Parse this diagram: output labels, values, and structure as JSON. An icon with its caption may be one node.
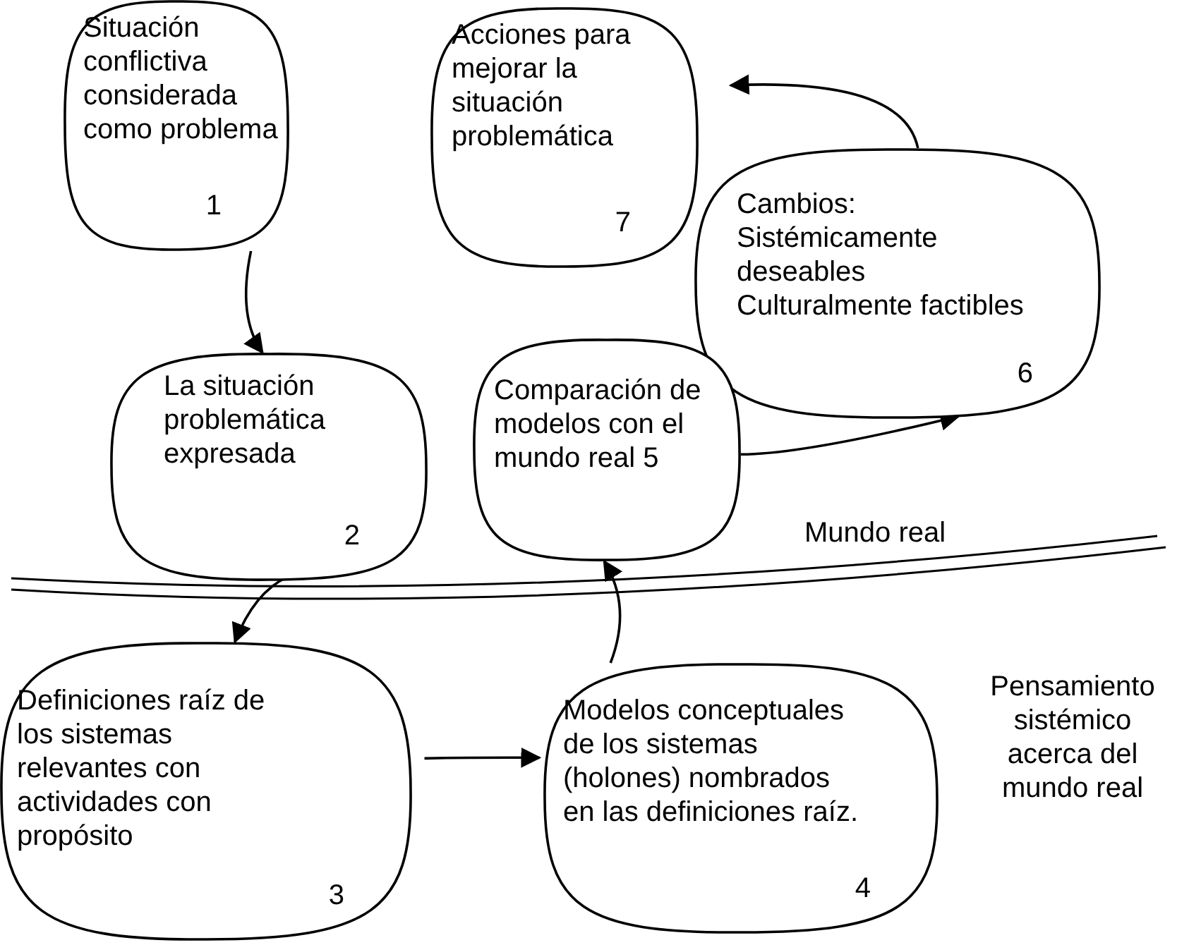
{
  "diagram": {
    "nodes": [
      {
        "text": [
          "Situación conflictiva considerada como problema",
          "1"
        ]
      },
      {
        "text": [
          "Acciones para mejorar la situación problemática",
          "7"
        ]
      },
      {
        "text": [
          "Cambios: Sistémicamente deseables Culturalmente factibles",
          "6"
        ]
      },
      {
        "text": [
          "La situación problemática expresada",
          "2"
        ]
      },
      {
        "text": [
          "Comparación de modelos con el mundo real 5"
        ]
      },
      {
        "text": [
          "Definiciones raíz de los sistemas relevantes  con actividades con propósito",
          "3"
        ]
      },
      {
        "text": [
          "Modelos conceptuales de los sistemas (holones) nombrados en las definiciones raíz.",
          "4"
        ]
      }
    ],
    "edges": [
      {
        "from": 0,
        "to": 3,
        "arrow": "to"
      },
      {
        "from": 3,
        "to": 5,
        "arrow": "to"
      },
      {
        "from": 5,
        "to": 6,
        "arrow": "to"
      },
      {
        "from": 6,
        "to": 4,
        "arrow": "to"
      },
      {
        "from": 4,
        "to": 2,
        "arrow": "to"
      },
      {
        "from": 2,
        "to": 1,
        "arrow": "to"
      }
    ],
    "labels": [
      "Mundo real",
      "Pensamiento sistémico acerca del mundo real"
    ]
  }
}
